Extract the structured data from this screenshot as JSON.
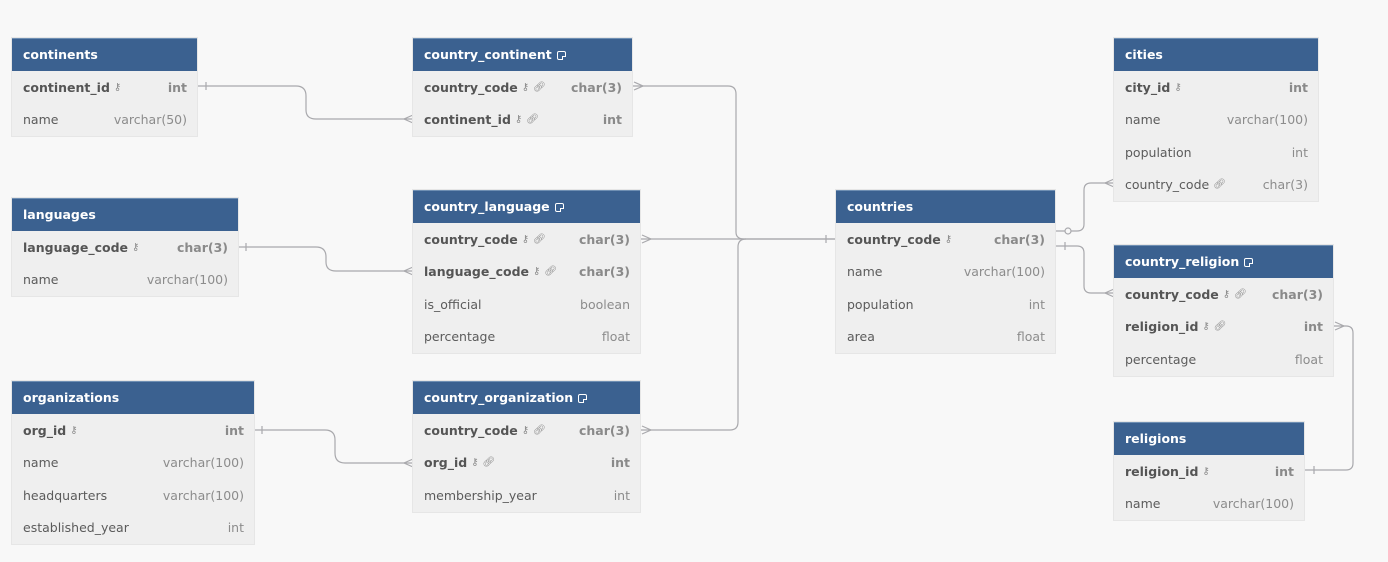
{
  "diagram": {
    "type": "entity-relationship",
    "colors": {
      "header": "#3b6190",
      "body": "#efefef",
      "background": "#f8f8f8",
      "edge": "#a9a9ad"
    },
    "tables": {
      "continents": {
        "name": "continents",
        "has_note": false,
        "fields": [
          {
            "name": "continent_id",
            "type": "int",
            "pk": true,
            "fk": false
          },
          {
            "name": "name",
            "type": "varchar(50)",
            "pk": false,
            "fk": false
          }
        ]
      },
      "languages": {
        "name": "languages",
        "has_note": false,
        "fields": [
          {
            "name": "language_code",
            "type": "char(3)",
            "pk": true,
            "fk": false
          },
          {
            "name": "name",
            "type": "varchar(100)",
            "pk": false,
            "fk": false
          }
        ]
      },
      "organizations": {
        "name": "organizations",
        "has_note": false,
        "fields": [
          {
            "name": "org_id",
            "type": "int",
            "pk": true,
            "fk": false
          },
          {
            "name": "name",
            "type": "varchar(100)",
            "pk": false,
            "fk": false
          },
          {
            "name": "headquarters",
            "type": "varchar(100)",
            "pk": false,
            "fk": false
          },
          {
            "name": "established_year",
            "type": "int",
            "pk": false,
            "fk": false
          }
        ]
      },
      "country_continent": {
        "name": "country_continent",
        "has_note": true,
        "fields": [
          {
            "name": "country_code",
            "type": "char(3)",
            "pk": true,
            "fk": true
          },
          {
            "name": "continent_id",
            "type": "int",
            "pk": true,
            "fk": true
          }
        ]
      },
      "country_language": {
        "name": "country_language",
        "has_note": true,
        "fields": [
          {
            "name": "country_code",
            "type": "char(3)",
            "pk": true,
            "fk": true
          },
          {
            "name": "language_code",
            "type": "char(3)",
            "pk": true,
            "fk": true
          },
          {
            "name": "is_official",
            "type": "boolean",
            "pk": false,
            "fk": false
          },
          {
            "name": "percentage",
            "type": "float",
            "pk": false,
            "fk": false
          }
        ]
      },
      "country_organization": {
        "name": "country_organization",
        "has_note": true,
        "fields": [
          {
            "name": "country_code",
            "type": "char(3)",
            "pk": true,
            "fk": true
          },
          {
            "name": "org_id",
            "type": "int",
            "pk": true,
            "fk": true
          },
          {
            "name": "membership_year",
            "type": "int",
            "pk": false,
            "fk": false
          }
        ]
      },
      "countries": {
        "name": "countries",
        "has_note": false,
        "fields": [
          {
            "name": "country_code",
            "type": "char(3)",
            "pk": true,
            "fk": false
          },
          {
            "name": "name",
            "type": "varchar(100)",
            "pk": false,
            "fk": false
          },
          {
            "name": "population",
            "type": "int",
            "pk": false,
            "fk": false
          },
          {
            "name": "area",
            "type": "float",
            "pk": false,
            "fk": false
          }
        ]
      },
      "cities": {
        "name": "cities",
        "has_note": false,
        "fields": [
          {
            "name": "city_id",
            "type": "int",
            "pk": true,
            "fk": false
          },
          {
            "name": "name",
            "type": "varchar(100)",
            "pk": false,
            "fk": false
          },
          {
            "name": "population",
            "type": "int",
            "pk": false,
            "fk": false
          },
          {
            "name": "country_code",
            "type": "char(3)",
            "pk": false,
            "fk": true
          }
        ]
      },
      "country_religion": {
        "name": "country_religion",
        "has_note": true,
        "fields": [
          {
            "name": "country_code",
            "type": "char(3)",
            "pk": true,
            "fk": true
          },
          {
            "name": "religion_id",
            "type": "int",
            "pk": true,
            "fk": true
          },
          {
            "name": "percentage",
            "type": "float",
            "pk": false,
            "fk": false
          }
        ]
      },
      "religions": {
        "name": "religions",
        "has_note": false,
        "fields": [
          {
            "name": "religion_id",
            "type": "int",
            "pk": true,
            "fk": false
          },
          {
            "name": "name",
            "type": "varchar(100)",
            "pk": false,
            "fk": false
          }
        ]
      }
    },
    "relationships": [
      {
        "from": "country_continent.continent_id",
        "to": "continents.continent_id",
        "cardinality": "many-to-one"
      },
      {
        "from": "country_continent.country_code",
        "to": "countries.country_code",
        "cardinality": "many-to-one"
      },
      {
        "from": "country_language.language_code",
        "to": "languages.language_code",
        "cardinality": "many-to-one"
      },
      {
        "from": "country_language.country_code",
        "to": "countries.country_code",
        "cardinality": "many-to-one"
      },
      {
        "from": "country_organization.org_id",
        "to": "organizations.org_id",
        "cardinality": "many-to-one"
      },
      {
        "from": "country_organization.country_code",
        "to": "countries.country_code",
        "cardinality": "many-to-one"
      },
      {
        "from": "cities.country_code",
        "to": "countries.country_code",
        "cardinality": "many-to-zero-or-one"
      },
      {
        "from": "country_religion.country_code",
        "to": "countries.country_code",
        "cardinality": "many-to-one"
      },
      {
        "from": "country_religion.religion_id",
        "to": "religions.religion_id",
        "cardinality": "many-to-one"
      }
    ]
  }
}
